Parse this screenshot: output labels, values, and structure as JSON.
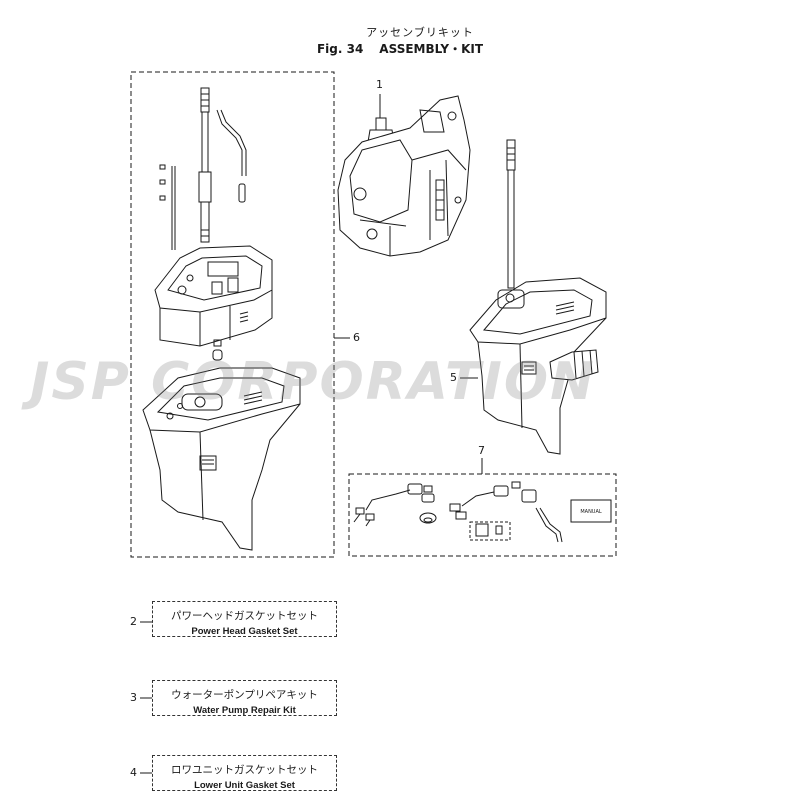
{
  "header": {
    "title_jp": "アッセンブリキット",
    "fig_label": "Fig. 34",
    "title_en": "ASSEMBLY・KIT"
  },
  "callouts": [
    "1",
    "2",
    "3",
    "4",
    "5",
    "6",
    "7"
  ],
  "kits": [
    {
      "number": "2",
      "name_jp": "パワーヘッドガスケットセット",
      "name_en": "Power Head Gasket Set"
    },
    {
      "number": "3",
      "name_jp": "ウォーターポンプリペアキット",
      "name_en": "Water Pump Repair Kit"
    },
    {
      "number": "4",
      "name_jp": "ロワユニットガスケットセット",
      "name_en": "Lower Unit Gasket Set"
    }
  ],
  "manual_label": "MANUAL",
  "watermark": "JSP CORPORATION",
  "colors": {
    "line": "#1a1a1a",
    "dashed": "#333333",
    "watermark": "#8a8a8a"
  }
}
